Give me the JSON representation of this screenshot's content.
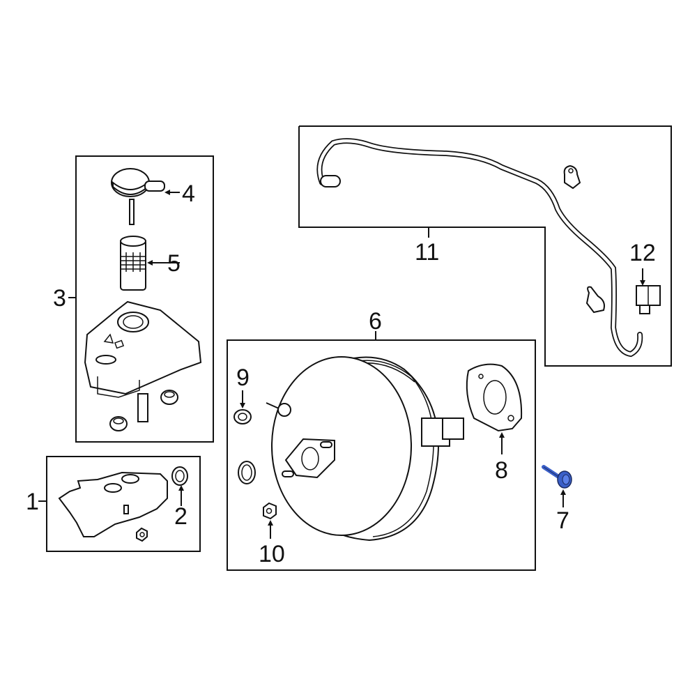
{
  "diagram": {
    "title": "Brake booster / master cylinder parts diagram",
    "highlight_color": "#3a5fc8",
    "callouts": [
      {
        "id": "1",
        "label": "1",
        "part": "master-cylinder"
      },
      {
        "id": "2",
        "label": "2",
        "part": "o-ring"
      },
      {
        "id": "3",
        "label": "3",
        "part": "reservoir-assembly"
      },
      {
        "id": "4",
        "label": "4",
        "part": "reservoir-cap"
      },
      {
        "id": "5",
        "label": "5",
        "part": "reservoir-filter"
      },
      {
        "id": "6",
        "label": "6",
        "part": "brake-booster"
      },
      {
        "id": "7",
        "label": "7",
        "part": "bolt",
        "highlighted": true
      },
      {
        "id": "8",
        "label": "8",
        "part": "booster-gasket"
      },
      {
        "id": "9",
        "label": "9",
        "part": "grommet"
      },
      {
        "id": "10",
        "label": "10",
        "part": "nut"
      },
      {
        "id": "11",
        "label": "11",
        "part": "vacuum-hose"
      },
      {
        "id": "12",
        "label": "12",
        "part": "check-valve"
      }
    ]
  }
}
